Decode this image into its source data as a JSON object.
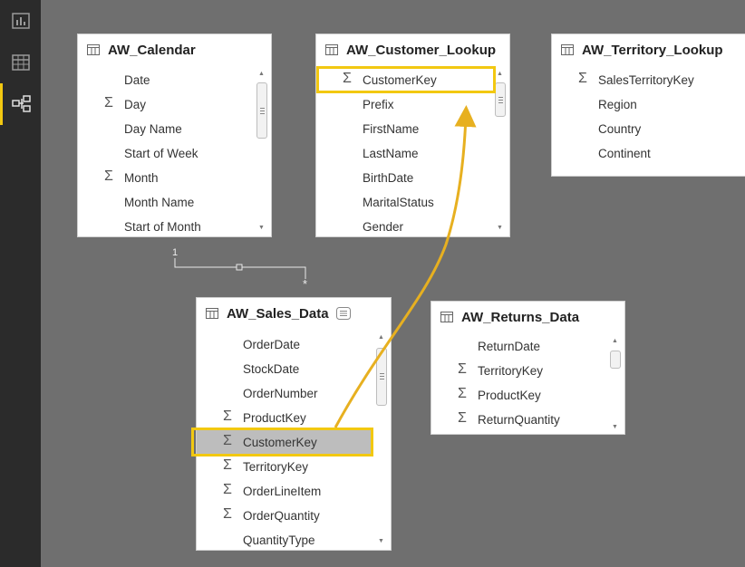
{
  "colors": {
    "accent": "#f2c811",
    "canvas": "#6f6f6f",
    "rail": "#2b2b2b",
    "relationship_line": "#e8e8e8"
  },
  "left_rail": {
    "items": [
      {
        "name": "report-view-icon"
      },
      {
        "name": "data-view-icon"
      },
      {
        "name": "relationships-view-icon",
        "active": true
      }
    ]
  },
  "tables": {
    "calendar": {
      "title": "AW_Calendar",
      "fields": [
        {
          "label": "Date",
          "sigma": false
        },
        {
          "label": "Day",
          "sigma": true
        },
        {
          "label": "Day Name",
          "sigma": false
        },
        {
          "label": "Start of Week",
          "sigma": false
        },
        {
          "label": "Month",
          "sigma": true
        },
        {
          "label": "Month Name",
          "sigma": false
        },
        {
          "label": "Start of Month",
          "sigma": false
        }
      ]
    },
    "customer_lookup": {
      "title": "AW_Customer_Lookup",
      "fields": [
        {
          "label": "CustomerKey",
          "sigma": true
        },
        {
          "label": "Prefix",
          "sigma": false
        },
        {
          "label": "FirstName",
          "sigma": false
        },
        {
          "label": "LastName",
          "sigma": false
        },
        {
          "label": "BirthDate",
          "sigma": false
        },
        {
          "label": "MaritalStatus",
          "sigma": false
        },
        {
          "label": "Gender",
          "sigma": false
        }
      ]
    },
    "territory_lookup": {
      "title": "AW_Territory_Lookup",
      "fields": [
        {
          "label": "SalesTerritoryKey",
          "sigma": true
        },
        {
          "label": "Region",
          "sigma": false
        },
        {
          "label": "Country",
          "sigma": false
        },
        {
          "label": "Continent",
          "sigma": false
        }
      ]
    },
    "sales_data": {
      "title": "AW_Sales_Data",
      "fields": [
        {
          "label": "OrderDate",
          "sigma": false
        },
        {
          "label": "StockDate",
          "sigma": false
        },
        {
          "label": "OrderNumber",
          "sigma": false
        },
        {
          "label": "ProductKey",
          "sigma": true
        },
        {
          "label": "CustomerKey",
          "sigma": true
        },
        {
          "label": "TerritoryKey",
          "sigma": true
        },
        {
          "label": "OrderLineItem",
          "sigma": true
        },
        {
          "label": "OrderQuantity",
          "sigma": true
        },
        {
          "label": "QuantityType",
          "sigma": false
        }
      ]
    },
    "returns_data": {
      "title": "AW_Returns_Data",
      "fields": [
        {
          "label": "ReturnDate",
          "sigma": false
        },
        {
          "label": "TerritoryKey",
          "sigma": true
        },
        {
          "label": "ProductKey",
          "sigma": true
        },
        {
          "label": "ReturnQuantity",
          "sigma": true
        }
      ]
    }
  },
  "relationship": {
    "one_label": "1",
    "many_label": "*"
  }
}
